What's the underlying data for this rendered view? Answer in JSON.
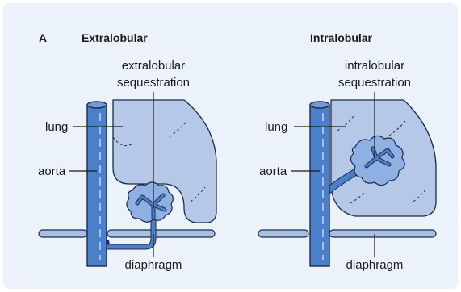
{
  "figure": {
    "panel_letter": "A",
    "colors": {
      "background": "#ecf2fa",
      "lung_fill": "#b6c8e8",
      "lung_stroke": "#1e2a4a",
      "vessel_fill": "#4a7fc9",
      "diaphragm_fill": "#a9bfe3",
      "sequestration_fill": "#8fb0e3",
      "leader_line": "#1a1a1a"
    },
    "left": {
      "title": "Extralobular",
      "sequestration_label_line1": "extralobular",
      "sequestration_label_line2": "sequestration",
      "lung_label": "lung",
      "aorta_label": "aorta",
      "diaphragm_label": "diaphragm"
    },
    "right": {
      "title": "Intralobular",
      "sequestration_label_line1": "intralobular",
      "sequestration_label_line2": "sequestration",
      "lung_label": "lung",
      "aorta_label": "aorta",
      "diaphragm_label": "diaphragm"
    }
  }
}
